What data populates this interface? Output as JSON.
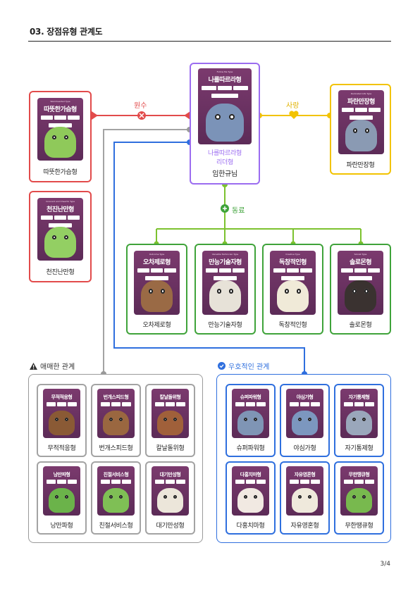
{
  "page": {
    "title": "03. 장점유형 관계도",
    "page_number": "3/4"
  },
  "colors": {
    "rival": "#e24b4b",
    "love": "#f2c300",
    "peer": "#7cc22f",
    "ambiguous": "#9a9a9a",
    "friendly": "#2f6fde",
    "center": "#9b6cf0",
    "card": "#6a3262"
  },
  "center": {
    "card_type": "Follow Me Type",
    "card_name": "나를따르라형",
    "highlight_line1": "나를따르라형",
    "highlight_line2": "리더형",
    "name": "임한규님",
    "character": "shark"
  },
  "rivals": [
    {
      "card_type": "Warmhearted Type",
      "card_name": "따뜻한가슴형",
      "label": "따뜻한가슴형",
      "character": "dino-green"
    },
    {
      "card_type": "Innocent and Cheerful Type",
      "card_name": "천진난만형",
      "label": "천진난만형",
      "character": "dino-green"
    }
  ],
  "love": {
    "card_type": "Dedicated Life Type",
    "card_name": "파란만장형",
    "label": "파란만장형",
    "character": "shark"
  },
  "edges": {
    "rival": "원수",
    "love": "사랑",
    "peer": "동료"
  },
  "peers": [
    {
      "card_type": "Outcome Type",
      "card_name": "오차제로형",
      "label": "오차제로형",
      "character": "bear-glasses"
    },
    {
      "card_type": "Versatile Technician Type",
      "card_name": "만능기술자형",
      "label": "만능기술자형",
      "character": "duck-chef"
    },
    {
      "card_type": "Creative Type",
      "card_name": "독창적인형",
      "label": "독창적인형",
      "character": "duck"
    },
    {
      "card_type": "Soloist Type",
      "card_name": "솔로몬형",
      "label": "솔로몬형",
      "character": "bear-black"
    }
  ],
  "ambiguous": {
    "title": "애매한 관계",
    "items": [
      {
        "card_name": "무적적응형",
        "label": "무적적응형",
        "character": "beaver"
      },
      {
        "card_name": "번개스피드형",
        "label": "번개스피드형",
        "character": "bear"
      },
      {
        "card_name": "칼날돌위형",
        "label": "칼날돌위형",
        "character": "bear"
      },
      {
        "card_name": "낭만파형",
        "label": "낭만파형",
        "character": "dino-green"
      },
      {
        "card_name": "친절서비스형",
        "label": "친절서비스형",
        "character": "dino-green"
      },
      {
        "card_name": "대기만성형",
        "label": "대기만성형",
        "character": "duck"
      }
    ]
  },
  "friendly": {
    "title": "우호적인 관계",
    "items": [
      {
        "card_name": "슈퍼파워형",
        "label": "슈퍼파워형",
        "character": "shark"
      },
      {
        "card_name": "야심가형",
        "label": "야심가형",
        "character": "shark"
      },
      {
        "card_name": "자기통제형",
        "label": "자기통제형",
        "character": "shark"
      },
      {
        "card_name": "다홍치마형",
        "label": "다홍치마형",
        "character": "duck"
      },
      {
        "card_name": "자유영혼형",
        "label": "자유영혼형",
        "character": "duck"
      },
      {
        "card_name": "무한땡큐형",
        "label": "무한땡큐형",
        "character": "dino-green"
      }
    ]
  }
}
